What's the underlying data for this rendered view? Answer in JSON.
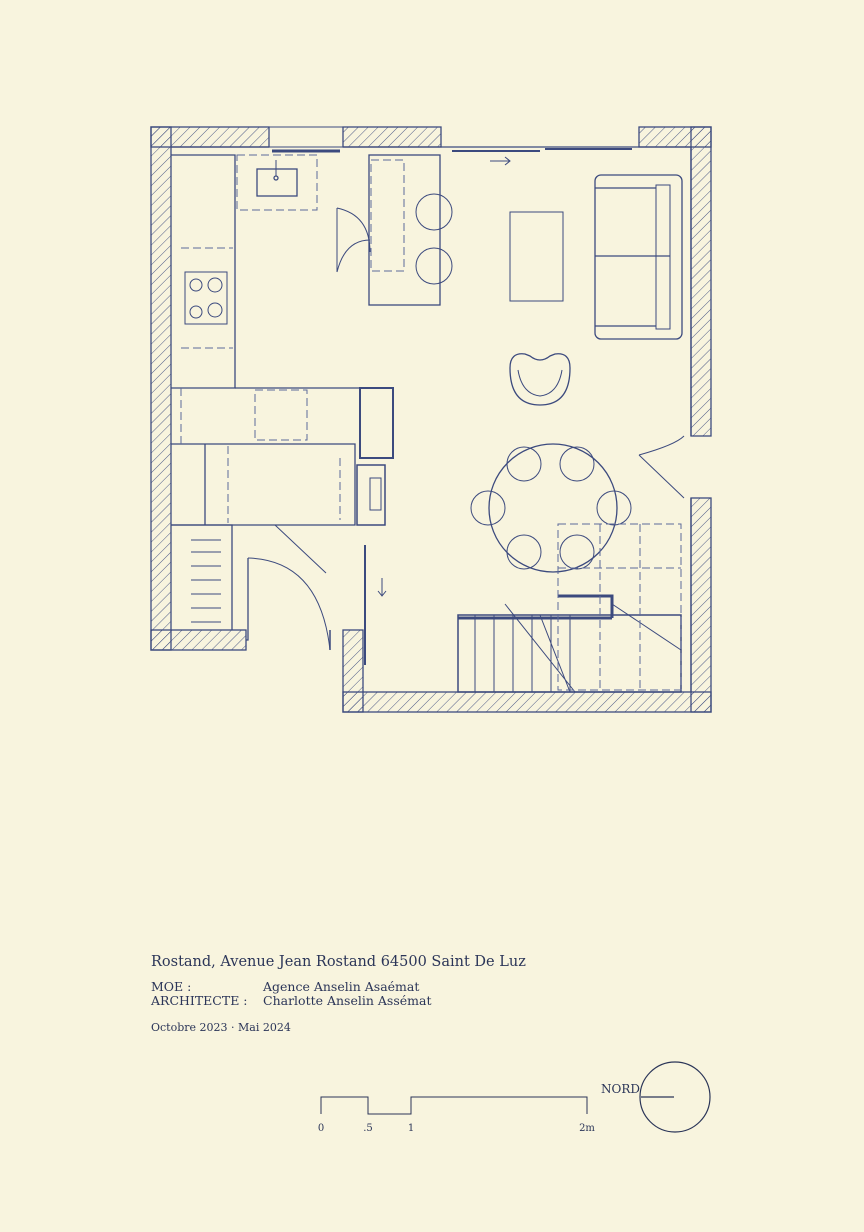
{
  "colors": {
    "paper": "#f8f4de",
    "ink": "#2b3558",
    "line": "#3c4a7e",
    "dashed": "#5d6a9a"
  },
  "title_block": {
    "address": "Rostand, Avenue Jean Rostand 64500 Saint De Luz",
    "moe_label": "MOE :",
    "moe_value": "Agence Anselin Asaémat",
    "architecte_label": "ARCHITECTE :",
    "architecte_value": "Charlotte Anselin Assémat",
    "dates": "Octobre 2023 · Mai 2024"
  },
  "scale_bar": {
    "ticks": [
      "0",
      ".5",
      "1",
      "2m"
    ]
  },
  "north_label": "NORD",
  "icons": [
    "north-arrow-icon",
    "entry-arrow-icon",
    "stair-arrow-icon",
    "scale-bar-icon"
  ]
}
